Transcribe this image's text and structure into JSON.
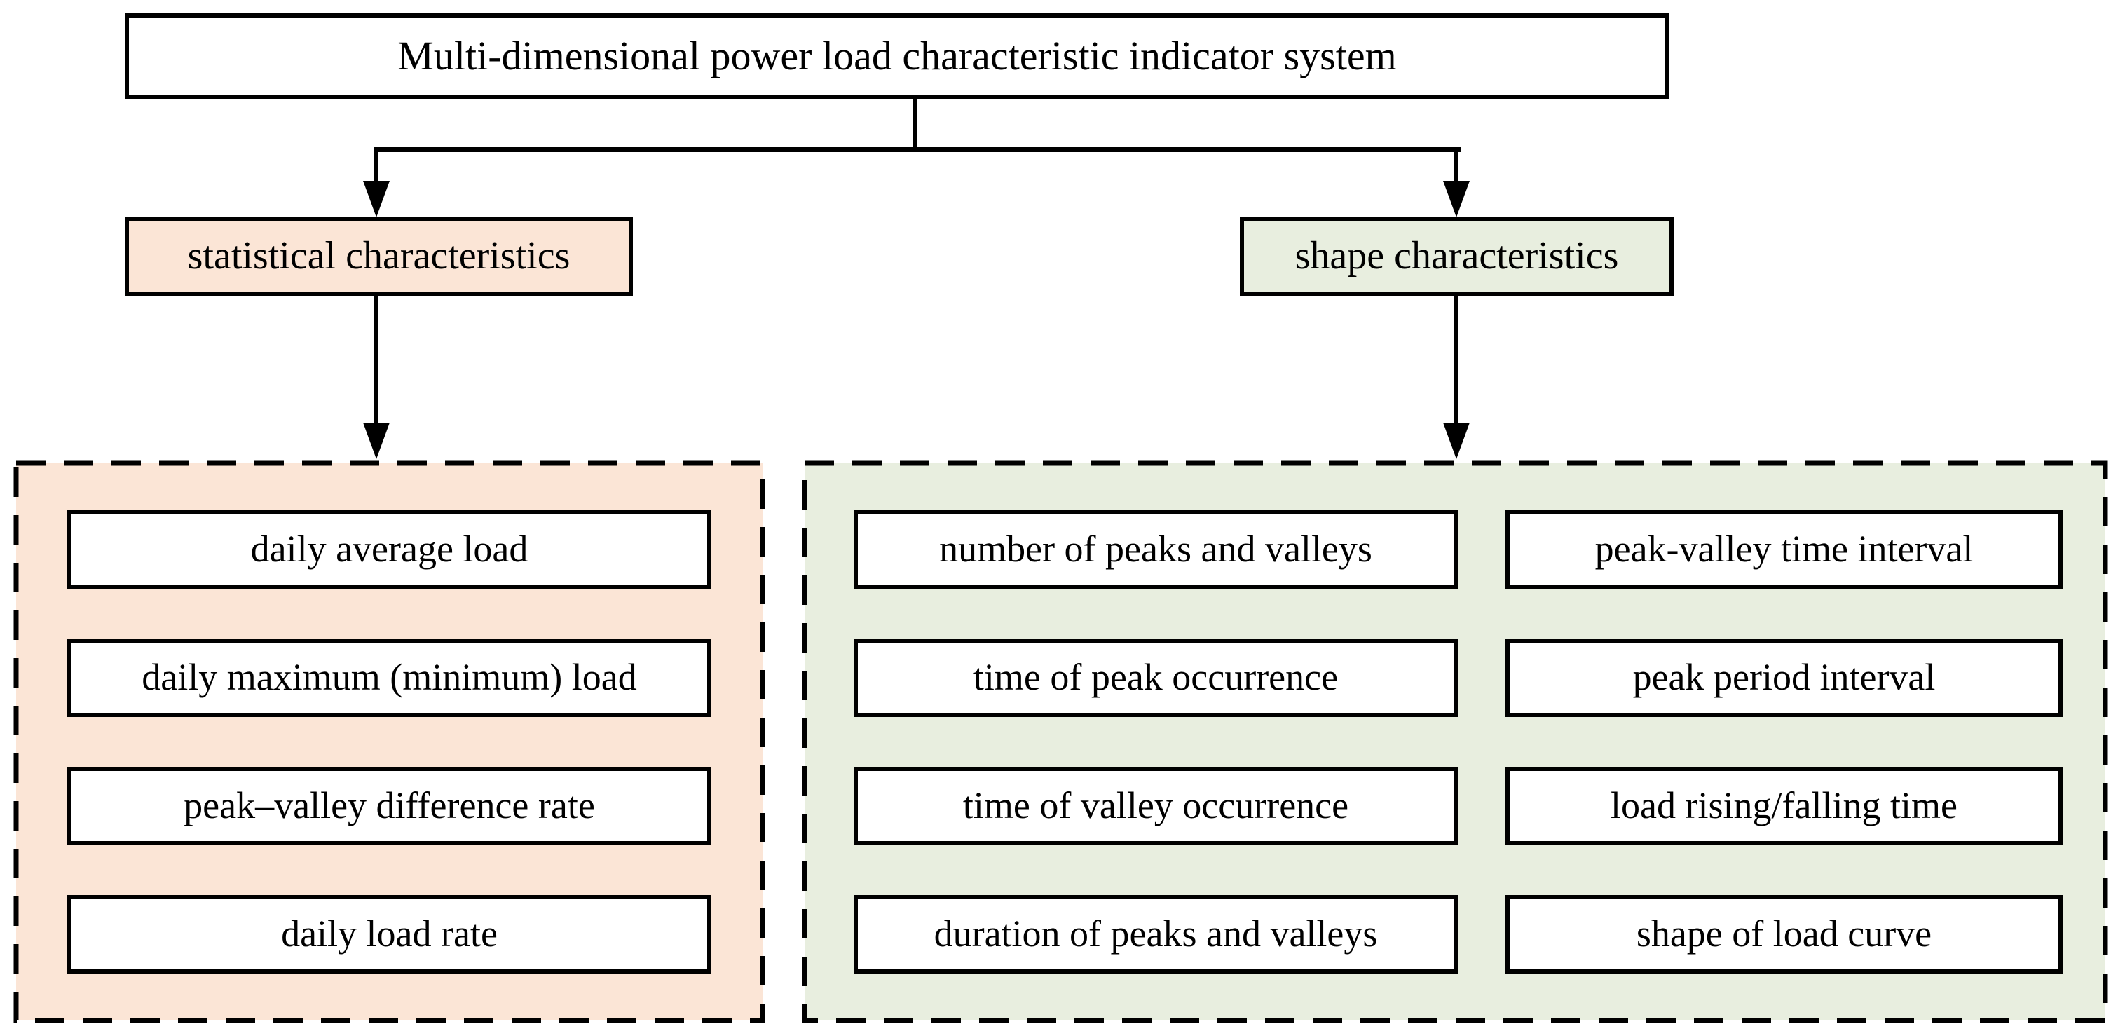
{
  "title": "Multi-dimensional power load characteristic indicator system",
  "branches": {
    "statistical": {
      "label": "statistical characteristics",
      "fill": "#fbe5d6",
      "items": [
        "daily average load",
        "daily maximum (minimum) load",
        "peak–valley difference rate",
        "daily load rate"
      ]
    },
    "shape": {
      "label": "shape characteristics",
      "fill": "#e8eedf",
      "columns": [
        [
          "number of peaks and valleys",
          "time of peak occurrence",
          "time of valley occurrence",
          "duration of peaks and valleys"
        ],
        [
          "peak-valley time interval",
          "peak period interval",
          "load rising/falling time",
          "shape of load curve"
        ]
      ]
    }
  },
  "colors": {
    "statistical_fill": "#fbe5d6",
    "shape_fill": "#e8eedf",
    "item_fill": "#ffffff",
    "line": "#000000"
  }
}
